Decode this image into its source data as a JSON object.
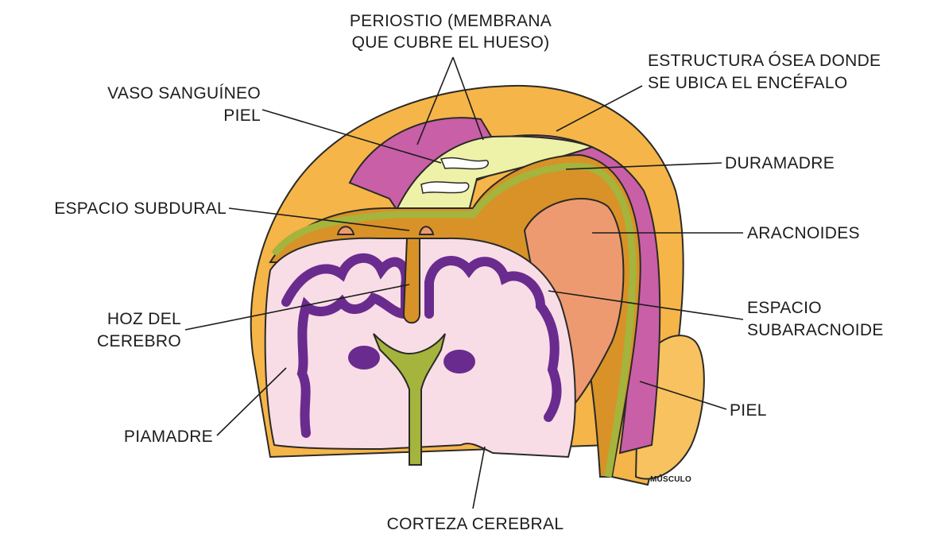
{
  "labels": {
    "periostio_l1": "PERIOSTIO (MEMBRANA",
    "periostio_l2": "QUE CUBRE EL HUESO)",
    "estructura_l1": "ESTRUCTURA ÓSEA DONDE",
    "estructura_l2": "SE UBICA EL ENCÉFALO",
    "vaso_l1": "VASO SANGUÍNEO",
    "vaso_l2": "PIEL",
    "duramadre": "DURAMADRE",
    "espacio_subdural": "ESPACIO SUBDURAL",
    "aracnoides": "ARACNOIDES",
    "hoz_l1": "HOZ DEL",
    "hoz_l2": "CEREBRO",
    "espacio_sub_l1": "ESPACIO",
    "espacio_sub_l2": "SUBARACNOIDE",
    "piel": "PIEL",
    "piamadre": "PIAMADRE",
    "musculo": "MÚSCULO",
    "corteza": "CORTEZA CEREBRAL"
  },
  "colors": {
    "skin": "#f5b548",
    "periosteum": "#c95fa6",
    "bone": "#eef1a8",
    "dura": "#d99227",
    "arachnoid": "#ee9a70",
    "meninge_green": "#a4b43d",
    "brain": "#f8dde6",
    "cortex": "#6a2b8e",
    "vessel": "#ffffff",
    "ear": "#f7c25f"
  }
}
